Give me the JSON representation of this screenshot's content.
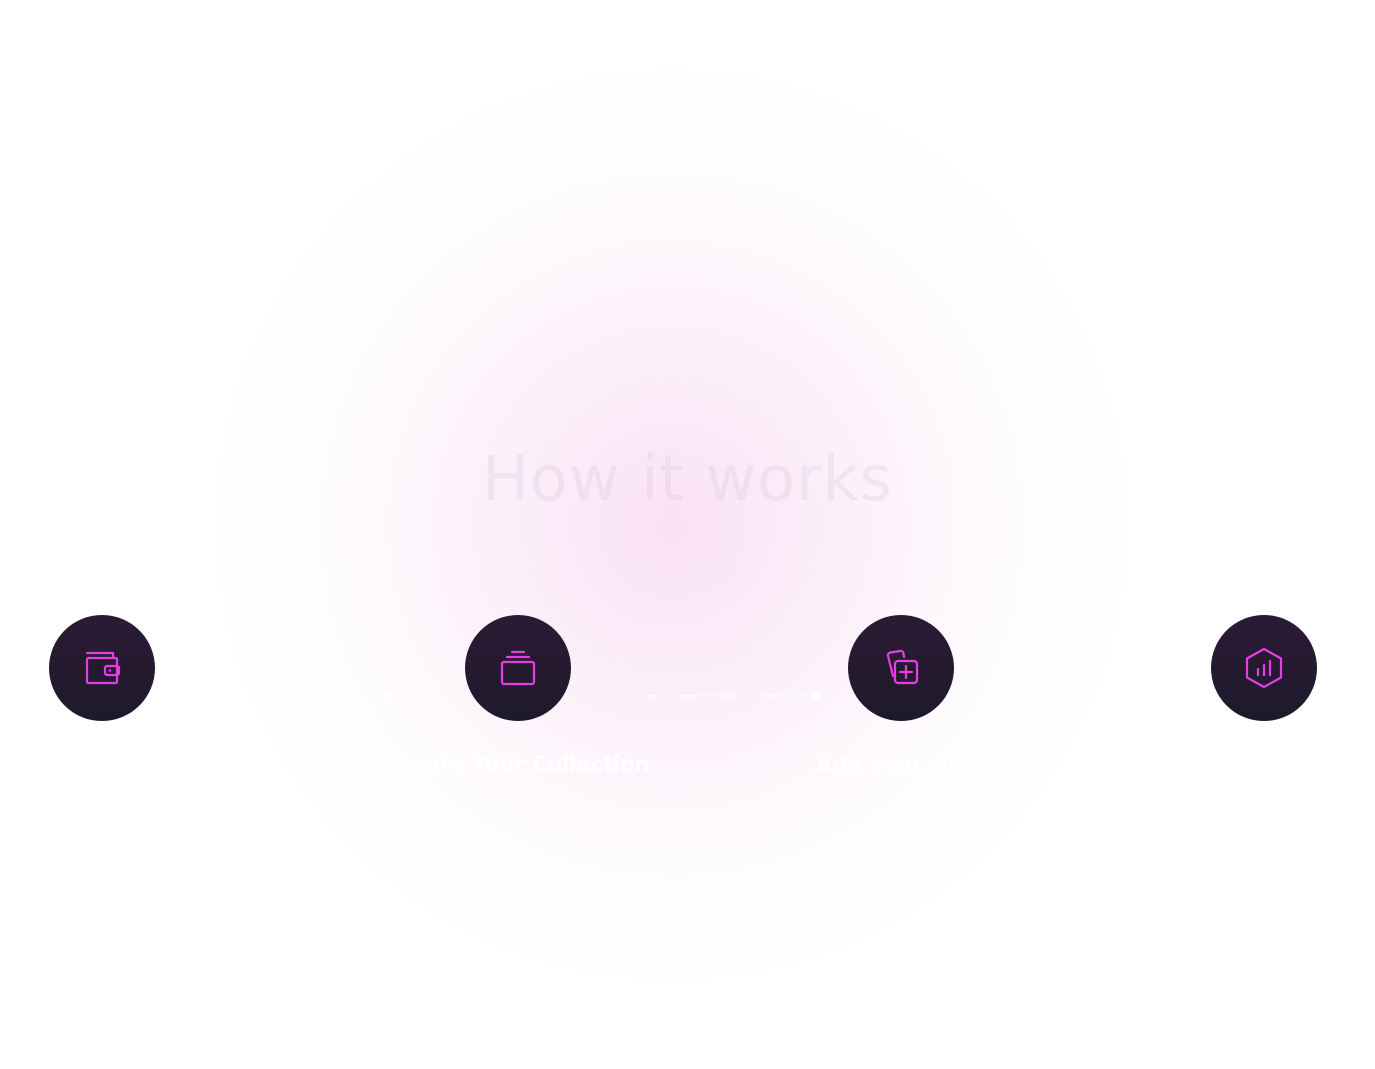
{
  "section": {
    "title": "How it works"
  },
  "steps": [
    {
      "label": "",
      "icon": "wallet-icon"
    },
    {
      "label": "Create Your Collection",
      "icon": "collection-icon"
    },
    {
      "label": "Add Your NFTs",
      "icon": "add-nft-icon"
    },
    {
      "label": "",
      "icon": "chart-hexagon-icon"
    }
  ],
  "colors": {
    "accent": "#e53ee5",
    "circle": "#221a2e",
    "glow": "#f3d3ee"
  }
}
